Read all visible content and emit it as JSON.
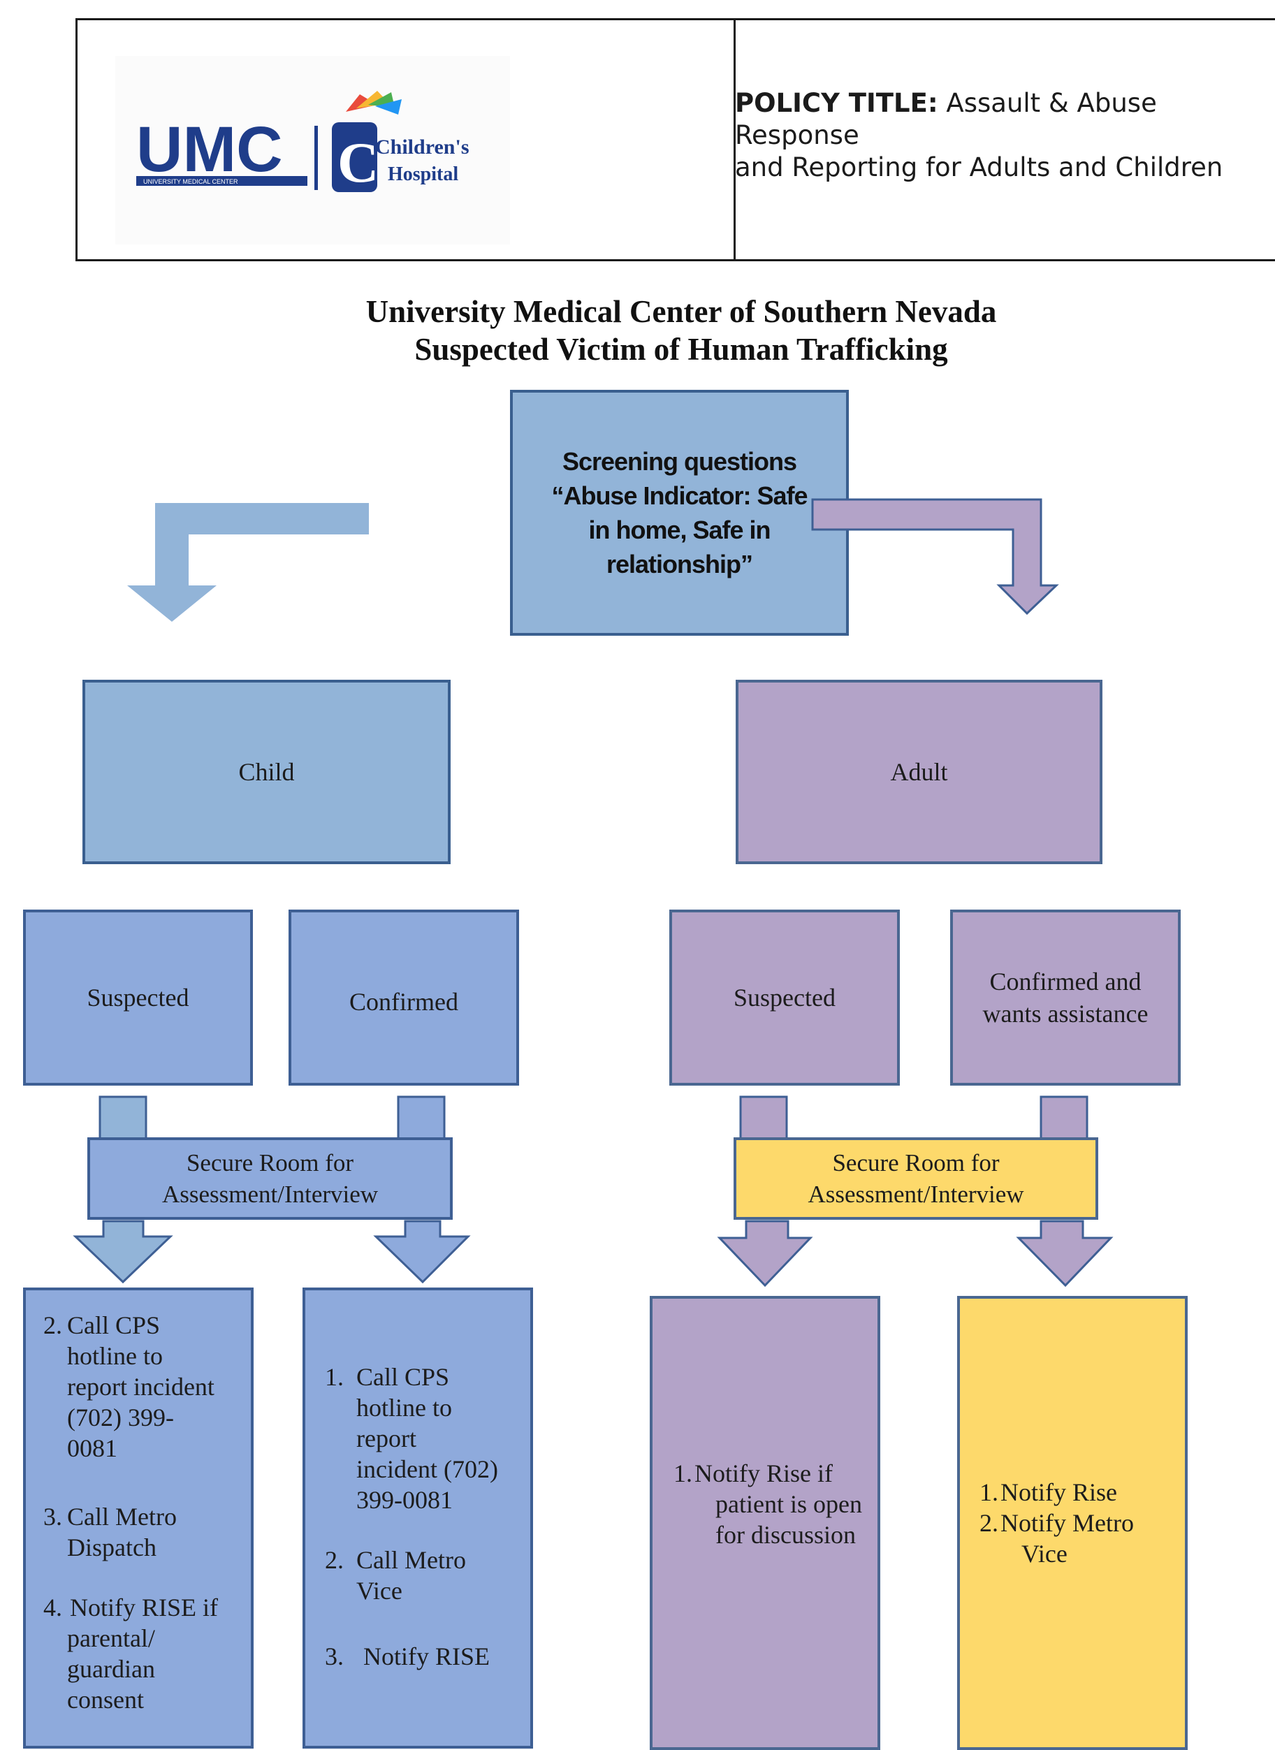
{
  "header": {
    "logo_text": "UMC",
    "logo_subtext": "UNIVERSITY MEDICAL CENTER",
    "logo_children": "Children's",
    "logo_hospital": "Hospital",
    "policy_label": "POLICY TITLE:",
    "policy_title_line1": "Assault & Abuse Response",
    "policy_title_line2": "and Reporting for Adults and Children"
  },
  "titles": {
    "line1": "University Medical Center of Southern Nevada",
    "line2": "Suspected Victim of Human Trafficking"
  },
  "screening": {
    "line1": "Screening questions",
    "line2": "“Abuse Indicator: Safe",
    "line3": "in home, Safe in",
    "line4": "relationship”"
  },
  "child": {
    "label": "Child",
    "suspected": "Suspected",
    "confirmed": "Confirmed",
    "secure_line1": "Secure Room for",
    "secure_line2": "Assessment/Interview",
    "suspected_steps": {
      "s2_num": "2.",
      "s2_lines": [
        "Call CPS",
        "hotline to",
        "report incident",
        "(702) 399-",
        "0081"
      ],
      "s3_num": "3.",
      "s3_lines": [
        "Call Metro",
        "Dispatch"
      ],
      "s4_num": "4.",
      "s4_lines": [
        "Notify RISE if",
        "parental/",
        "guardian",
        "consent"
      ]
    },
    "confirmed_steps": {
      "s1_num": "1.",
      "s1_lines": [
        "Call CPS",
        "hotline to",
        "report",
        "incident (702)",
        "399-0081"
      ],
      "s2_num": "2.",
      "s2_lines": [
        "Call Metro",
        "Vice"
      ],
      "s3_num": "3.",
      "s3_lines": [
        "Notify RISE"
      ]
    }
  },
  "adult": {
    "label": "Adult",
    "suspected": "Suspected",
    "confirmed_line1": "Confirmed and",
    "confirmed_line2": "wants assistance",
    "secure_line1": "Secure Room for",
    "secure_line2": "Assessment/Interview",
    "suspected_steps": {
      "s1_num": "1.",
      "s1_lines": [
        "Notify Rise if",
        "patient is open",
        "for discussion"
      ]
    },
    "confirmed_steps": {
      "s1_num": "1.",
      "s1_lines": [
        "Notify Rise"
      ],
      "s2_num": "2.",
      "s2_lines": [
        "Notify Metro",
        "Vice"
      ]
    }
  },
  "colors": {
    "child_light": "#92b4d8",
    "child": "#8eaadc",
    "adult": "#b3a3c8",
    "highlight_yellow": "#fdd96b",
    "border": "#3e5f94"
  }
}
